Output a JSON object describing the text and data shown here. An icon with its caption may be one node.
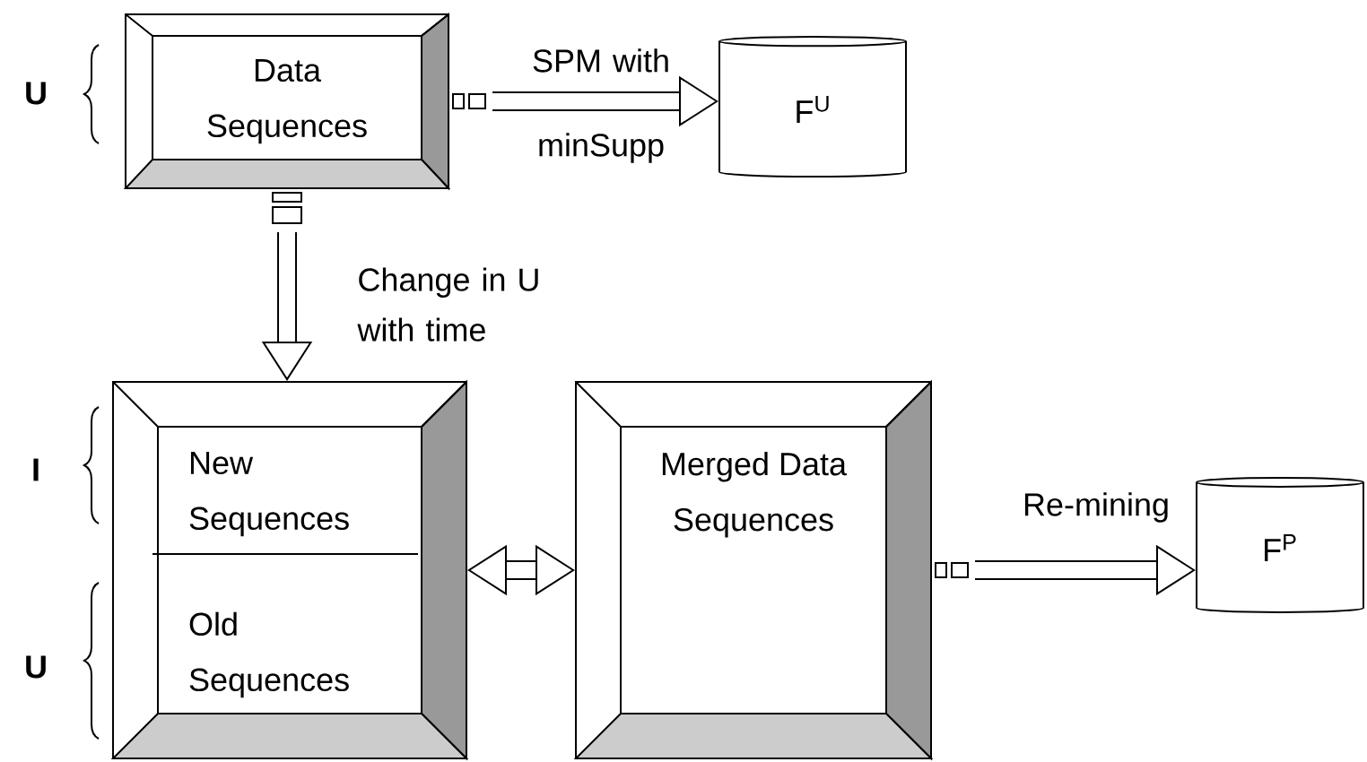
{
  "diagram": {
    "nodes": [
      {
        "text": [
          "Data Sequences"
        ]
      },
      {
        "text": [
          "F$^{U}$"
        ]
      },
      {
        "text": [
          "New Sequences",
          "Old Sequences"
        ]
      },
      {
        "text": [
          "Merged Data Sequences"
        ]
      },
      {
        "text": [
          "F$^{P}$"
        ]
      }
    ],
    "edges": [
      {
        "from": 0,
        "to": 1,
        "arrow": "to",
        "label": "SPM with minSupp"
      },
      {
        "from": 0,
        "to": 2,
        "arrow": "to",
        "label": "Change in U with time"
      },
      {
        "from": 2,
        "to": 3,
        "arrow": "both"
      },
      {
        "from": 3,
        "to": 4,
        "arrow": "to",
        "label": "Re-mining"
      }
    ],
    "labels": [
      "U",
      "I",
      "U"
    ]
  }
}
